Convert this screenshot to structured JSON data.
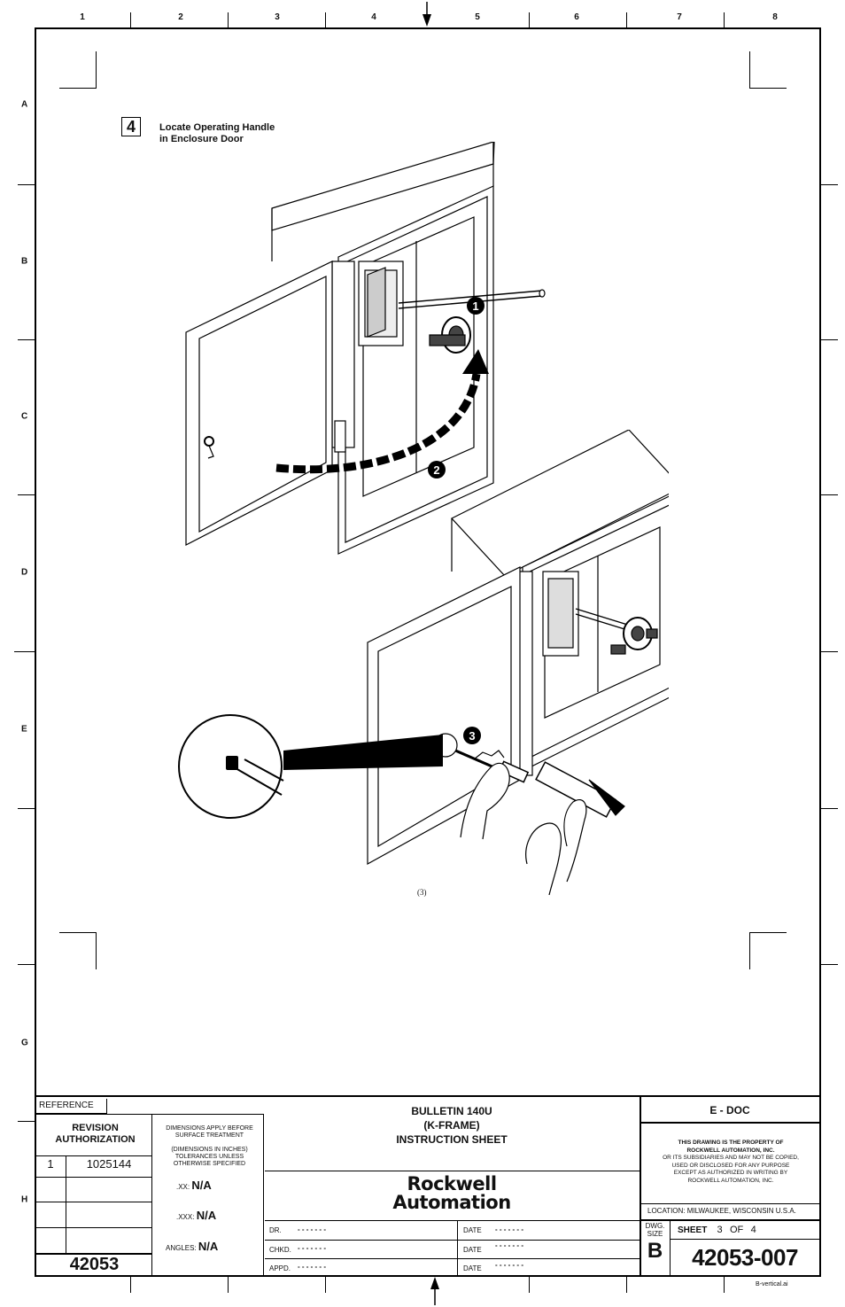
{
  "zones": {
    "columns": [
      "1",
      "2",
      "3",
      "4",
      "5",
      "6",
      "7",
      "8"
    ],
    "rows": [
      "A",
      "B",
      "C",
      "D",
      "E",
      "G",
      "H"
    ]
  },
  "step": {
    "number": "4",
    "title_line1": "Locate Operating Handle",
    "title_line2": "in Enclosure Door"
  },
  "callouts": [
    "1",
    "2",
    "3"
  ],
  "figure_ref": "(3)",
  "title_block": {
    "reference_label": "REFERENCE",
    "revision_authorization": "REVISION AUTHORIZATION",
    "revision_number": "1",
    "revision_code": "1025144",
    "base_number": "42053",
    "dimensions_note1": "DIMENSIONS APPLY BEFORE SURFACE TREATMENT",
    "dimensions_note2": "(DIMENSIONS IN INCHES) TOLERANCES UNLESS OTHERWISE SPECIFIED",
    "xx_label": ".XX:",
    "xx_value": "N/A",
    "xxx_label": ".XXX:",
    "xxx_value": "N/A",
    "angles_label": "ANGLES:",
    "angles_value": "N/A",
    "title_line1": "BULLETIN 140U",
    "title_line2": "(K-FRAME)",
    "title_line3": "INSTRUCTION SHEET",
    "logo_line1": "Rockwell",
    "logo_line2": "Automation",
    "dr_label": "DR.",
    "chkd_label": "CHKD.",
    "appd_label": "APPD.",
    "date_label": "DATE",
    "placeholder": "- - - - - - -",
    "edoc": "E - DOC",
    "property_line1": "THIS DRAWING IS THE PROPERTY OF",
    "property_line2": "ROCKWELL AUTOMATION, INC.",
    "property_line3": "OR ITS SUBSIDIARIES AND MAY NOT BE COPIED,",
    "property_line4": "USED OR DISCLOSED FOR ANY PURPOSE",
    "property_line5": "EXCEPT AS AUTHORIZED IN WRITING BY",
    "property_line6": "ROCKWELL AUTOMATION, INC.",
    "location": "LOCATION:  MILWAUKEE,  WISCONSIN  U.S.A.",
    "dwg_size_label": "DWG. SIZE",
    "dwg_size": "B",
    "sheet_label": "SHEET",
    "sheet_number": "3",
    "of_label": "OF",
    "sheet_total": "4",
    "drawing_number": "42053-007"
  },
  "file_name": "B-vertical.ai"
}
